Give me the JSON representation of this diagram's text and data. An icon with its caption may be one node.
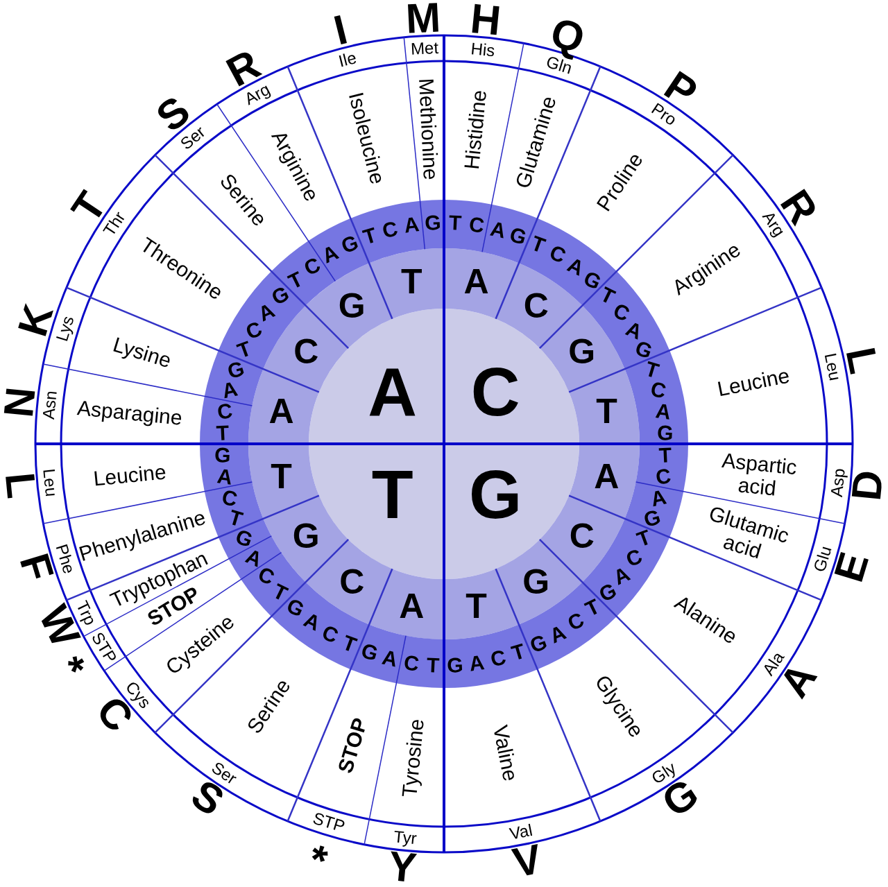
{
  "diagram": {
    "nodes": [
      {
        "text": [
          "C"
        ]
      },
      {
        "text": [
          "G"
        ]
      },
      {
        "text": [
          "T"
        ]
      },
      {
        "text": [
          "A"
        ]
      },
      {
        "text": [
          "A"
        ]
      },
      {
        "text": [
          "C"
        ]
      },
      {
        "text": [
          "G"
        ]
      },
      {
        "text": [
          "T"
        ]
      },
      {
        "text": [
          "A"
        ]
      },
      {
        "text": [
          "C"
        ]
      },
      {
        "text": [
          "G"
        ]
      },
      {
        "text": [
          "T"
        ]
      },
      {
        "text": [
          "A"
        ]
      },
      {
        "text": [
          "C"
        ]
      },
      {
        "text": [
          "G"
        ]
      },
      {
        "text": [
          "T"
        ]
      },
      {
        "text": [
          "A"
        ]
      },
      {
        "text": [
          "C"
        ]
      },
      {
        "text": [
          "G"
        ]
      },
      {
        "text": [
          "T"
        ]
      },
      {
        "text": [
          "T",
          "C"
        ]
      },
      {
        "text": [
          "A",
          "G"
        ]
      },
      {
        "text": [
          "T",
          "C",
          "A",
          "G"
        ]
      },
      {
        "text": [
          "T",
          "C",
          "A",
          "G"
        ]
      },
      {
        "text": [
          "T",
          "C",
          "A",
          "G"
        ]
      },
      {
        "text": [
          "T",
          "C"
        ]
      },
      {
        "text": [
          "A",
          "G"
        ]
      },
      {
        "text": [
          "T",
          "C",
          "A",
          "G"
        ]
      },
      {
        "text": [
          "T",
          "C",
          "A",
          "G"
        ]
      },
      {
        "text": [
          "T",
          "C",
          "A",
          "G"
        ]
      },
      {
        "text": [
          "T",
          "C"
        ]
      },
      {
        "text": [
          "A",
          "G"
        ]
      },
      {
        "text": [
          "T",
          "C",
          "A",
          "G"
        ]
      },
      {
        "text": [
          "T",
          "C"
        ]
      },
      {
        "text": [
          "A"
        ]
      },
      {
        "text": [
          "G"
        ]
      },
      {
        "text": [
          "T",
          "C"
        ]
      },
      {
        "text": [
          "A",
          "G"
        ]
      },
      {
        "text": [
          "T",
          "C"
        ]
      },
      {
        "text": [
          "A",
          "G"
        ]
      },
      {
        "text": [
          "T",
          "C",
          "A",
          "G"
        ]
      },
      {
        "text": [
          "T",
          "C"
        ]
      },
      {
        "text": [
          "A",
          "G"
        ]
      },
      {
        "text": [
          "T",
          "C",
          "A"
        ]
      },
      {
        "text": [
          "G"
        ]
      },
      {
        "text": [
          "Histidine"
        ]
      },
      {
        "text": [
          "Glutamine"
        ]
      },
      {
        "text": [
          "Proline"
        ]
      },
      {
        "text": [
          "Arginine"
        ]
      },
      {
        "text": [
          "Leucine"
        ]
      },
      {
        "text": [
          "Aspartic acid"
        ]
      },
      {
        "text": [
          "Glutamic acid"
        ]
      },
      {
        "text": [
          "Alanine"
        ]
      },
      {
        "text": [
          "Glycine"
        ]
      },
      {
        "text": [
          "Valine"
        ]
      },
      {
        "text": [
          "Tyrosine"
        ]
      },
      {
        "text": [
          "STOP"
        ]
      },
      {
        "text": [
          "Serine"
        ]
      },
      {
        "text": [
          "Cysteine"
        ]
      },
      {
        "text": [
          "STOP"
        ]
      },
      {
        "text": [
          "Tryptophan"
        ]
      },
      {
        "text": [
          "Phenylalanine"
        ]
      },
      {
        "text": [
          "Leucine"
        ]
      },
      {
        "text": [
          "Asparagine"
        ]
      },
      {
        "text": [
          "Lysine"
        ]
      },
      {
        "text": [
          "Threonine"
        ]
      },
      {
        "text": [
          "Serine"
        ]
      },
      {
        "text": [
          "Arginine"
        ]
      },
      {
        "text": [
          "Isoleucine"
        ]
      },
      {
        "text": [
          "Methionine"
        ]
      },
      {
        "text": [
          "His"
        ],
        "beside": [
          "H"
        ]
      },
      {
        "text": [
          "Gln"
        ],
        "beside": [
          "Q"
        ]
      },
      {
        "text": [
          "Pro"
        ],
        "beside": [
          "P"
        ]
      },
      {
        "text": [
          "Arg"
        ],
        "beside": [
          "R"
        ]
      },
      {
        "text": [
          "Leu"
        ],
        "beside": [
          "L"
        ]
      },
      {
        "text": [
          "Asp"
        ],
        "beside": [
          "D"
        ]
      },
      {
        "text": [
          "Glu"
        ],
        "beside": [
          "E"
        ]
      },
      {
        "text": [
          "Ala"
        ],
        "beside": [
          "A"
        ]
      },
      {
        "text": [
          "Gly"
        ],
        "beside": [
          "G"
        ]
      },
      {
        "text": [
          "Val"
        ],
        "beside": [
          "V"
        ]
      },
      {
        "text": [
          "Tyr"
        ],
        "beside": [
          "Y"
        ]
      },
      {
        "text": [
          "STP"
        ],
        "beside": [
          "*"
        ]
      },
      {
        "text": [
          "Ser"
        ],
        "beside": [
          "S"
        ]
      },
      {
        "text": [
          "Cys"
        ],
        "beside": [
          "C"
        ]
      },
      {
        "text": [
          "STP"
        ],
        "beside": [
          "*"
        ]
      },
      {
        "text": [
          "Trp"
        ],
        "beside": [
          "W"
        ]
      },
      {
        "text": [
          "Phe"
        ],
        "beside": [
          "F"
        ]
      },
      {
        "text": [
          "Leu"
        ],
        "beside": [
          "L"
        ]
      },
      {
        "text": [
          "Asn"
        ],
        "beside": [
          "N"
        ]
      },
      {
        "text": [
          "Lys"
        ],
        "beside": [
          "K"
        ]
      },
      {
        "text": [
          "Thr"
        ],
        "beside": [
          "T"
        ]
      },
      {
        "text": [
          "Ser"
        ],
        "beside": [
          "S"
        ]
      },
      {
        "text": [
          "Arg"
        ],
        "beside": [
          "R"
        ]
      },
      {
        "text": [
          "Ile"
        ],
        "beside": [
          "I"
        ]
      },
      {
        "text": [
          "Met"
        ],
        "beside": [
          "M"
        ]
      }
    ]
  }
}
